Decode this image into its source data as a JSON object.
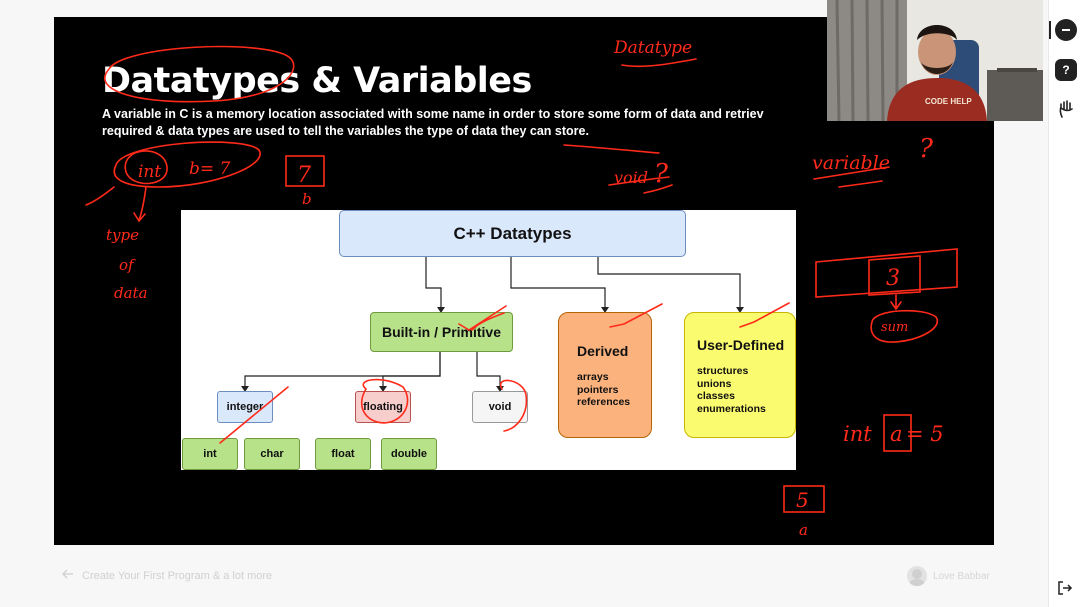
{
  "slide": {
    "title": "Datatypes & Variables",
    "description_line1": "A variable in C is a memory location associated with some name in order to store some form of data and retriev",
    "description_line2": "required & data types are used to tell the variables the type of data they can store."
  },
  "diagram": {
    "root": "C++ Datatypes",
    "primitive": "Built-in / Primitive",
    "derived": {
      "title": "Derived",
      "items": [
        "arrays",
        "pointers",
        "references"
      ]
    },
    "user_defined": {
      "title": "User-Defined",
      "items": [
        "structures",
        "unions",
        "classes",
        "enumerations"
      ]
    },
    "integer": "integer",
    "floating": "floating",
    "void": "void",
    "leaves": [
      "int",
      "char",
      "float",
      "double"
    ]
  },
  "annotations": {
    "datatype": "Datatype",
    "int": "int",
    "b_eq": "b= 7",
    "seven": "7",
    "b": "b",
    "type_of_data": [
      "type",
      "of",
      "data"
    ],
    "void_q": "void",
    "q1": "?",
    "variable": "variable",
    "q2": "?",
    "three": "3",
    "sum": "sum",
    "int_a": "int",
    "a_eq": "a",
    "eq5": "= 5",
    "five": "5",
    "a": "a"
  },
  "footer": {
    "prev_lesson": "Create Your First Program & a lot more",
    "author": "Love Babbar"
  },
  "webcam": {
    "shirt_text": "CODE HELP"
  },
  "colors": {
    "ink": "#ff2a1a",
    "slide_bg": "#000000"
  },
  "rightbar": {
    "icons": [
      "chat-icon",
      "help-icon",
      "hand-raise-icon",
      "exit-icon"
    ],
    "help_label": "?"
  }
}
